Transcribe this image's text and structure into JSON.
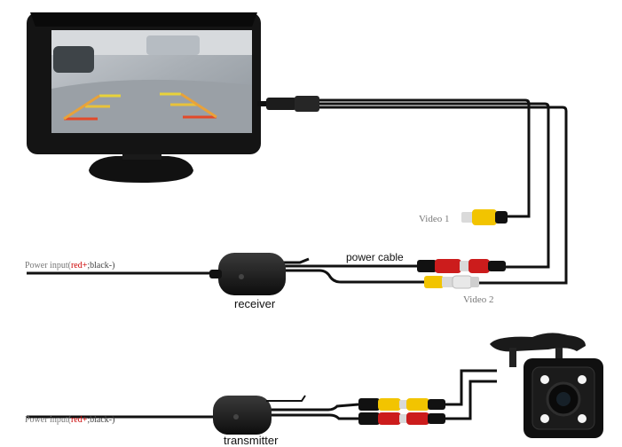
{
  "labels": {
    "video1": "Video 1",
    "video2": "Video 2",
    "power_cable": "power cable",
    "receiver": "receiver",
    "transmitter": "transmitter"
  },
  "power_input_receiver": {
    "prefix": "Power input(",
    "red_part": "red+",
    "rest": ";black-)"
  },
  "power_input_transmitter": {
    "prefix": "Power input(",
    "red_part": "red+",
    "rest": ";black-)"
  },
  "icons": [
    "monitor-icon",
    "receiver-module-icon",
    "transmitter-module-icon",
    "rear-camera-icon",
    "rca-connector-icon"
  ],
  "colors": {
    "cable": "#111111",
    "rca_yellow": "#f2c400",
    "rca_red": "#cc1c1c",
    "rca_white": "#e8e8e8",
    "power_red": "#cc0000",
    "label_gray": "#777777"
  }
}
